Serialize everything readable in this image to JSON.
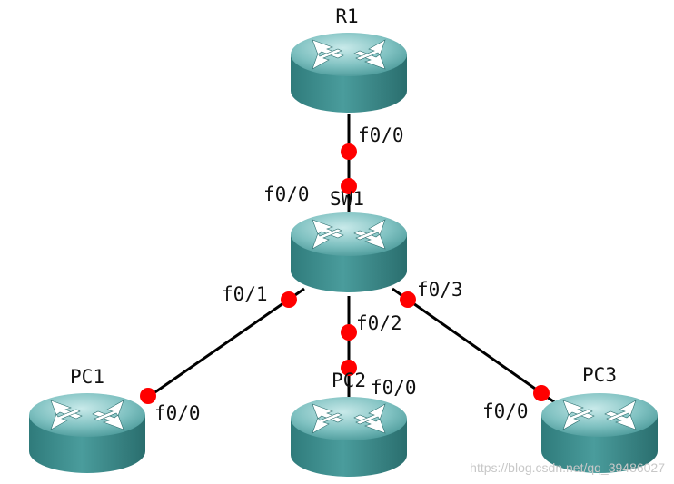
{
  "devices": {
    "r1": {
      "name": "R1"
    },
    "sw1": {
      "name": "SW1"
    },
    "pc1": {
      "name": "PC1"
    },
    "pc2": {
      "name": "PC2"
    },
    "pc3": {
      "name": "PC3"
    }
  },
  "links": [
    {
      "id": "r1-sw1",
      "from": "r1",
      "to": "sw1",
      "from_port": "f0/0",
      "to_port": "f0/0"
    },
    {
      "id": "sw1-pc1",
      "from": "sw1",
      "to": "pc1",
      "from_port": "f0/1",
      "to_port": "f0/0"
    },
    {
      "id": "sw1-pc2",
      "from": "sw1",
      "to": "pc2",
      "from_port": "f0/2",
      "to_port": "f0/0"
    },
    {
      "id": "sw1-pc3",
      "from": "sw1",
      "to": "pc3",
      "from_port": "f0/3",
      "to_port": "f0/0"
    }
  ],
  "watermark": "https://blog.csdn.net/qq_39486027",
  "colors": {
    "router_body": "#3a8a8a",
    "router_top": "#8cc9c9",
    "link": "#000000",
    "port_dot": "#ff0000"
  },
  "icons": {
    "device": "router-icon"
  }
}
